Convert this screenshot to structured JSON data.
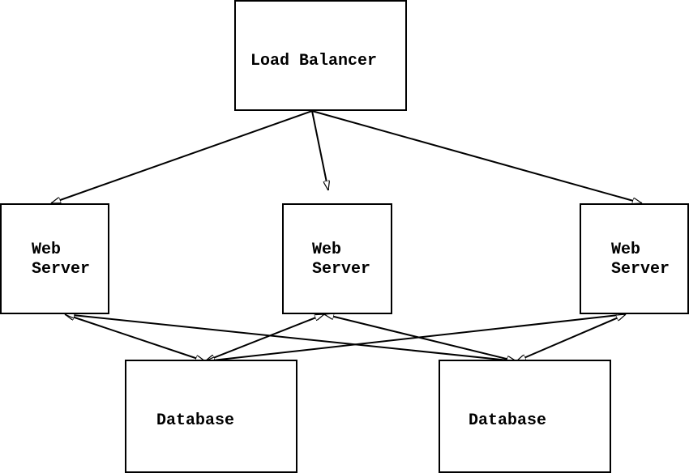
{
  "nodes": {
    "load_balancer": {
      "lines": [
        "Load Balancer"
      ]
    },
    "web_server_1": {
      "lines": [
        "Web",
        "Server"
      ]
    },
    "web_server_2": {
      "lines": [
        "Web",
        "Server"
      ]
    },
    "web_server_3": {
      "lines": [
        "Web",
        "Server"
      ]
    },
    "database_1": {
      "lines": [
        "Database"
      ]
    },
    "database_2": {
      "lines": [
        "Database"
      ]
    }
  },
  "edges": [
    {
      "from": "load_balancer",
      "to": "web_server_1",
      "direction": "one-way"
    },
    {
      "from": "load_balancer",
      "to": "web_server_2",
      "direction": "one-way"
    },
    {
      "from": "load_balancer",
      "to": "web_server_3",
      "direction": "one-way"
    },
    {
      "from": "web_server_1",
      "to": "database_1",
      "direction": "two-way"
    },
    {
      "from": "web_server_1",
      "to": "database_2",
      "direction": "two-way"
    },
    {
      "from": "web_server_2",
      "to": "database_1",
      "direction": "two-way"
    },
    {
      "from": "web_server_2",
      "to": "database_2",
      "direction": "two-way"
    },
    {
      "from": "web_server_3",
      "to": "database_1",
      "direction": "two-way"
    },
    {
      "from": "web_server_3",
      "to": "database_2",
      "direction": "two-way"
    }
  ],
  "colors": {
    "stroke": "#000000",
    "background": "#ffffff"
  }
}
